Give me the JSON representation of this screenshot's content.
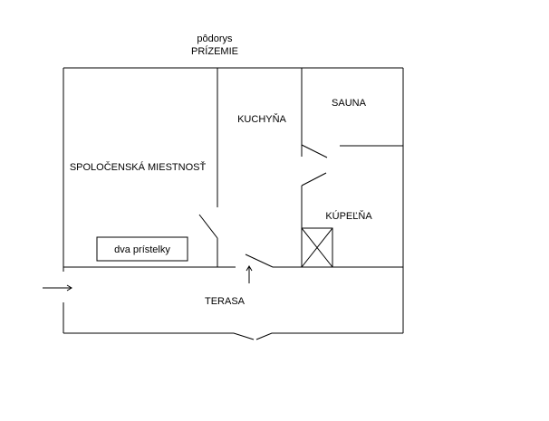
{
  "title": {
    "line1": "pôdorys",
    "line2": "PRÍZEMIE"
  },
  "rooms": {
    "living_room": "SPOLOČENSKÁ MIESTNOSŤ",
    "kitchen": "KUCHYŇA",
    "sauna": "SAUNA",
    "bathroom": "KÚPEĽŇA",
    "terrace": "TERASA"
  },
  "furniture": {
    "beds_label": "dva prístelky"
  },
  "colors": {
    "line": "#000000",
    "background": "#ffffff"
  }
}
